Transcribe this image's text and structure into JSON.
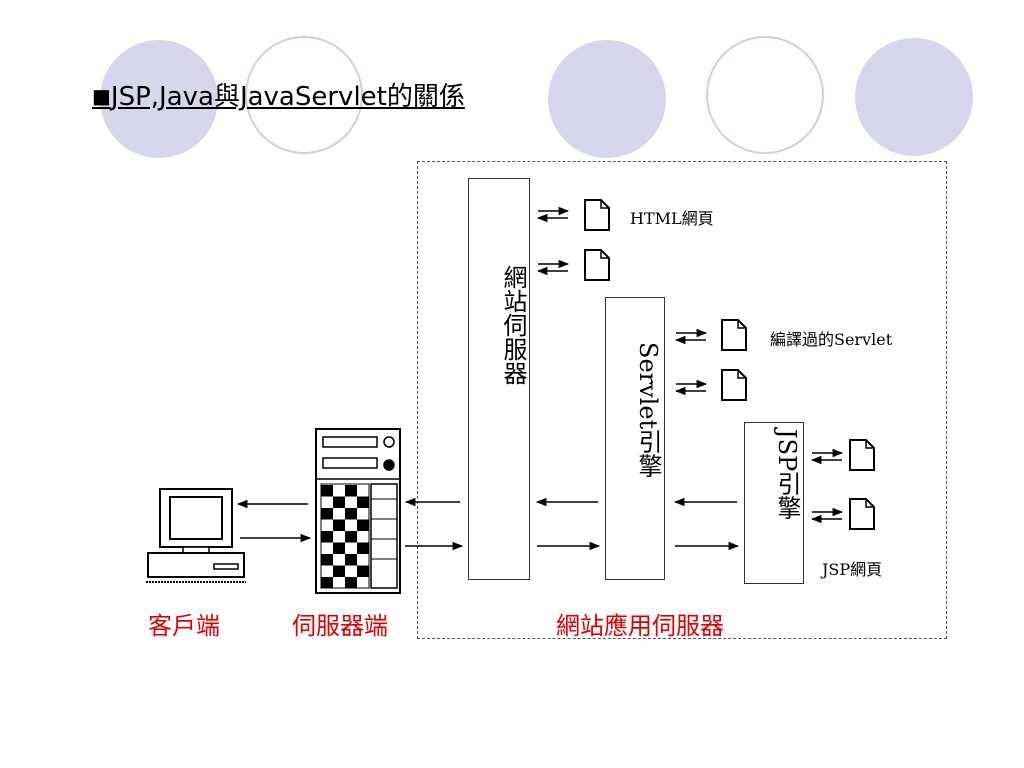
{
  "title": {
    "bullet": "■",
    "text": "JSP,Java與JavaServlet的關係"
  },
  "columns": {
    "web_server": "網站伺服器",
    "servlet_engine": "Servlet引擎",
    "jsp_engine": "JSP引擎"
  },
  "document_labels": {
    "html_pages": "HTML網頁",
    "compiled_servlet": "編譯過的Servlet",
    "jsp_pages": "JSP網頁"
  },
  "zone_labels": {
    "client": "客戶端",
    "server": "伺服器端",
    "app_server": "網站應用伺服器"
  },
  "colors": {
    "zone_label": "#e00000",
    "deco_circle_fill": "#d6d6ec",
    "deco_circle_stroke": "#cfcfe6"
  }
}
